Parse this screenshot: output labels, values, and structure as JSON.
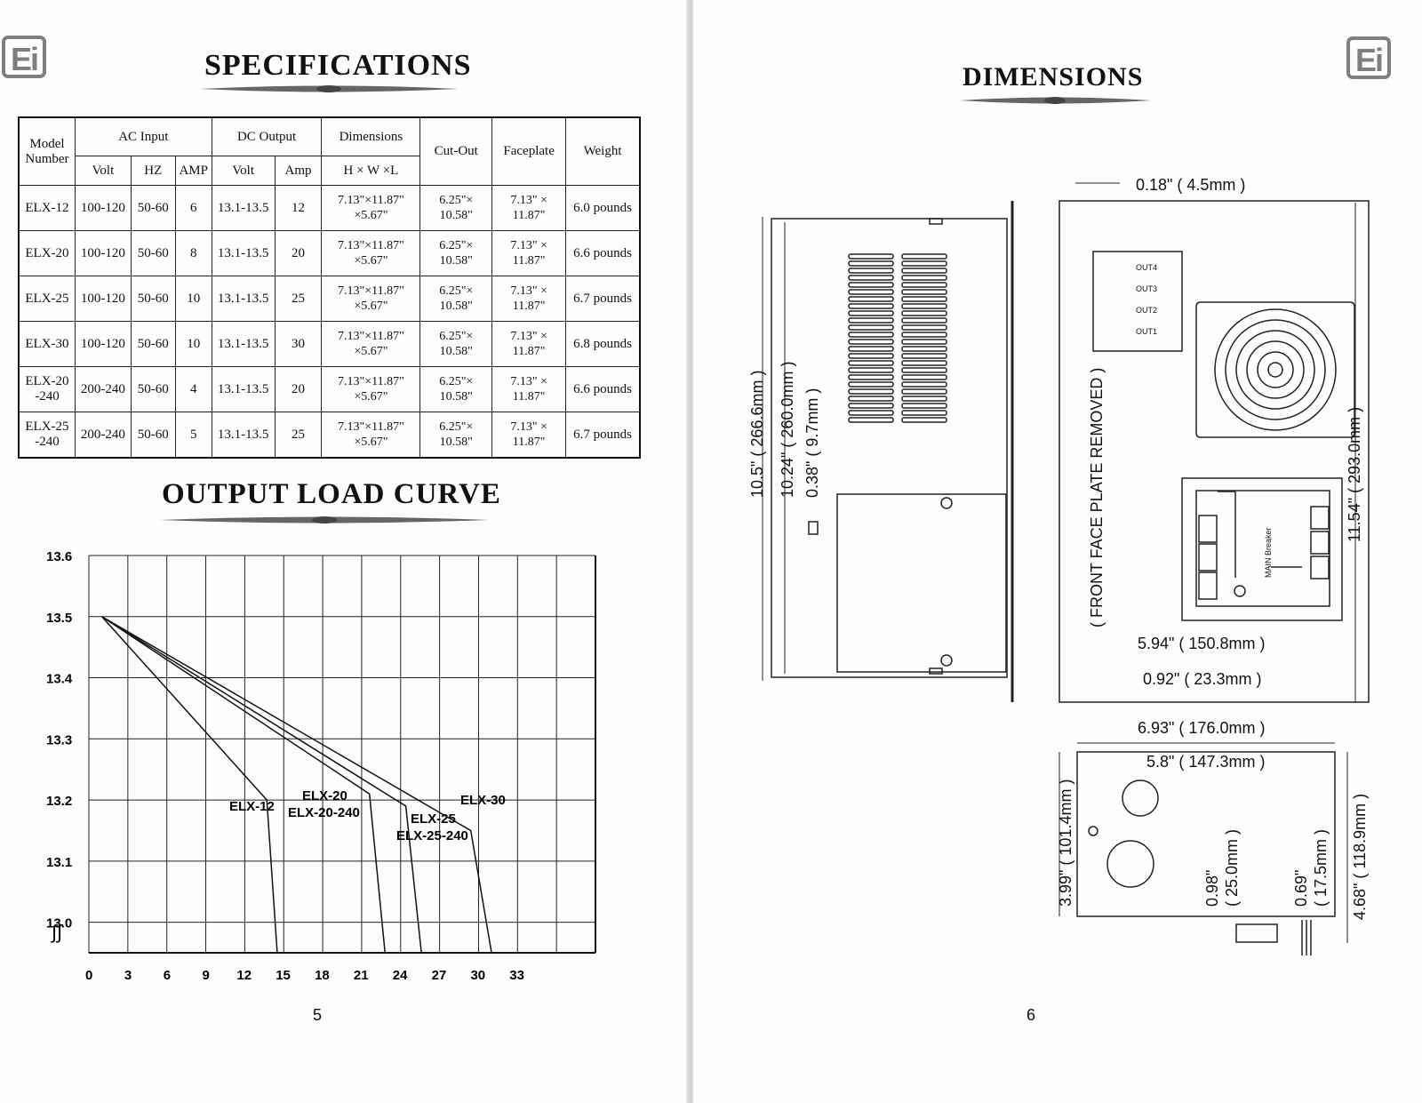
{
  "left_page": {
    "logo": "Ei",
    "title": "SPECIFICATIONS",
    "table": {
      "header_groups": {
        "model": "Model Number",
        "ac_input": "AC Input",
        "dc_output": "DC Output",
        "dimensions": "Dimensions",
        "cutout": "Cut-Out",
        "faceplate": "Faceplate",
        "weight": "Weight"
      },
      "subheaders": {
        "volt": "Volt",
        "hz": "HZ",
        "amp_in": "AMP",
        "dc_volt": "Volt",
        "dc_amp": "Amp",
        "dims": "H × W ×L"
      },
      "rows": [
        {
          "model": "ELX-12",
          "volt": "100-120",
          "hz": "50-60",
          "amp": "6",
          "dcv": "13.1-13.5",
          "dca": "12",
          "dims": "7.13\"×11.87\" ×5.67\"",
          "cutout": "6.25\"× 10.58\"",
          "faceplate": "7.13\" × 11.87\"",
          "weight": "6.0 pounds"
        },
        {
          "model": "ELX-20",
          "volt": "100-120",
          "hz": "50-60",
          "amp": "8",
          "dcv": "13.1-13.5",
          "dca": "20",
          "dims": "7.13\"×11.87\" ×5.67\"",
          "cutout": "6.25\"× 10.58\"",
          "faceplate": "7.13\" × 11.87\"",
          "weight": "6.6 pounds"
        },
        {
          "model": "ELX-25",
          "volt": "100-120",
          "hz": "50-60",
          "amp": "10",
          "dcv": "13.1-13.5",
          "dca": "25",
          "dims": "7.13\"×11.87\" ×5.67\"",
          "cutout": "6.25\"× 10.58\"",
          "faceplate": "7.13\" × 11.87\"",
          "weight": "6.7 pounds"
        },
        {
          "model": "ELX-30",
          "volt": "100-120",
          "hz": "50-60",
          "amp": "10",
          "dcv": "13.1-13.5",
          "dca": "30",
          "dims": "7.13\"×11.87\" ×5.67\"",
          "cutout": "6.25\"× 10.58\"",
          "faceplate": "7.13\" × 11.87\"",
          "weight": "6.8 pounds"
        },
        {
          "model": "ELX-20 -240",
          "volt": "200-240",
          "hz": "50-60",
          "amp": "4",
          "dcv": "13.1-13.5",
          "dca": "20",
          "dims": "7.13\"×11.87\" ×5.67\"",
          "cutout": "6.25\"× 10.58\"",
          "faceplate": "7.13\" × 11.87\"",
          "weight": "6.6 pounds"
        },
        {
          "model": "ELX-25 -240",
          "volt": "200-240",
          "hz": "50-60",
          "amp": "5",
          "dcv": "13.1-13.5",
          "dca": "25",
          "dims": "7.13\"×11.87\" ×5.67\"",
          "cutout": "6.25\"× 10.58\"",
          "faceplate": "7.13\" × 11.87\"",
          "weight": "6.7 pounds"
        }
      ]
    },
    "curve_title": "OUTPUT LOAD CURVE",
    "page_number": "5"
  },
  "chart_data": {
    "type": "line",
    "title": "OUTPUT LOAD CURVE",
    "xlabel": "",
    "ylabel": "",
    "x_ticks": [
      0,
      3,
      6,
      9,
      12,
      15,
      18,
      21,
      24,
      27,
      30,
      33
    ],
    "y_ticks": [
      "13.0",
      "13.1",
      "13.2",
      "13.3",
      "13.4",
      "13.5",
      "13.6"
    ],
    "axis_break_symbol": "∫∫",
    "xlim": [
      0,
      39
    ],
    "ylim": [
      12.95,
      13.6
    ],
    "grid": true,
    "series": [
      {
        "name": "ELX-12",
        "points": [
          [
            1,
            13.5
          ],
          [
            13.7,
            13.2
          ],
          [
            14.5,
            12.95
          ]
        ]
      },
      {
        "name": "ELX-20\nELX-20-240",
        "points": [
          [
            1,
            13.5
          ],
          [
            21.6,
            13.21
          ],
          [
            22.8,
            12.95
          ]
        ]
      },
      {
        "name": "ELX-25\nELX-25-240",
        "points": [
          [
            1,
            13.5
          ],
          [
            24.4,
            13.19
          ],
          [
            25.6,
            12.95
          ]
        ]
      },
      {
        "name": "ELX-30",
        "points": [
          [
            1,
            13.5
          ],
          [
            29.4,
            13.15
          ],
          [
            31.0,
            12.95
          ]
        ]
      }
    ]
  },
  "right_page": {
    "logo": "Ei",
    "title": "DIMENSIONS",
    "page_number": "6",
    "labels": {
      "d_018": "0.18\"  ( 4.5mm )",
      "d_105": "10.5\"  ( 266.6mm )",
      "d_1024": "10.24\"  ( 260.0mm )",
      "d_038": "0.38\"  ( 9.7mm )",
      "d_1154": "11.54\"  ( 293.0mm )",
      "front_face": "( FRONT FACE PLATE REMOVED )",
      "d_594": "5.94\"  ( 150.8mm )",
      "d_092": "0.92\"  ( 23.3mm )",
      "d_693": "6.93\"  ( 176.0mm )",
      "d_58": "5.8\"  ( 147.3mm )",
      "d_399": "3.99\"  ( 101.4mm )",
      "d_098a": "0.98\"",
      "d_098b": "( 25.0mm )",
      "d_069a": "0.69\"",
      "d_069b": "( 17.5mm )",
      "d_468": "4.68\"  ( 118.9mm )",
      "outs": [
        "OUT4",
        "OUT3",
        "OUT2",
        "OUT1"
      ],
      "main_breaker": "MAIN Breaker"
    }
  }
}
